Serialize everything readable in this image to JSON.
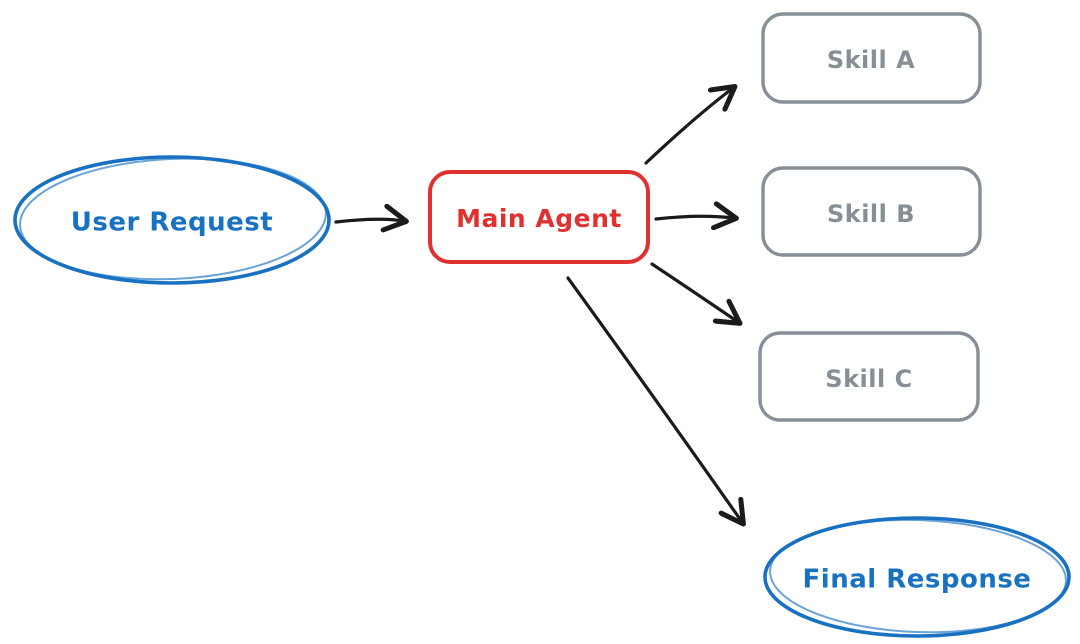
{
  "colors": {
    "blue": "#1971c2",
    "red": "#e03131",
    "gray": "#868e96",
    "arrow": "#1b1b1b",
    "background": "#ffffff"
  },
  "diagram": {
    "type": "flowchart",
    "style": "hand-drawn-sketch",
    "nodes": {
      "user_request": {
        "label": "User Request",
        "shape": "ellipse",
        "color": "#1971c2"
      },
      "main_agent": {
        "label": "Main Agent",
        "shape": "rounded-rect",
        "color": "#e03131"
      },
      "skill_a": {
        "label": "Skill A",
        "shape": "rounded-rect",
        "color": "#868e96"
      },
      "skill_b": {
        "label": "Skill B",
        "shape": "rounded-rect",
        "color": "#868e96"
      },
      "skill_c": {
        "label": "Skill C",
        "shape": "rounded-rect",
        "color": "#868e96"
      },
      "final_response": {
        "label": "Final Response",
        "shape": "ellipse",
        "color": "#1971c2"
      }
    },
    "edges": [
      {
        "from": "user_request",
        "to": "main_agent"
      },
      {
        "from": "main_agent",
        "to": "skill_a"
      },
      {
        "from": "main_agent",
        "to": "skill_b"
      },
      {
        "from": "main_agent",
        "to": "skill_c"
      },
      {
        "from": "main_agent",
        "to": "final_response"
      }
    ]
  }
}
